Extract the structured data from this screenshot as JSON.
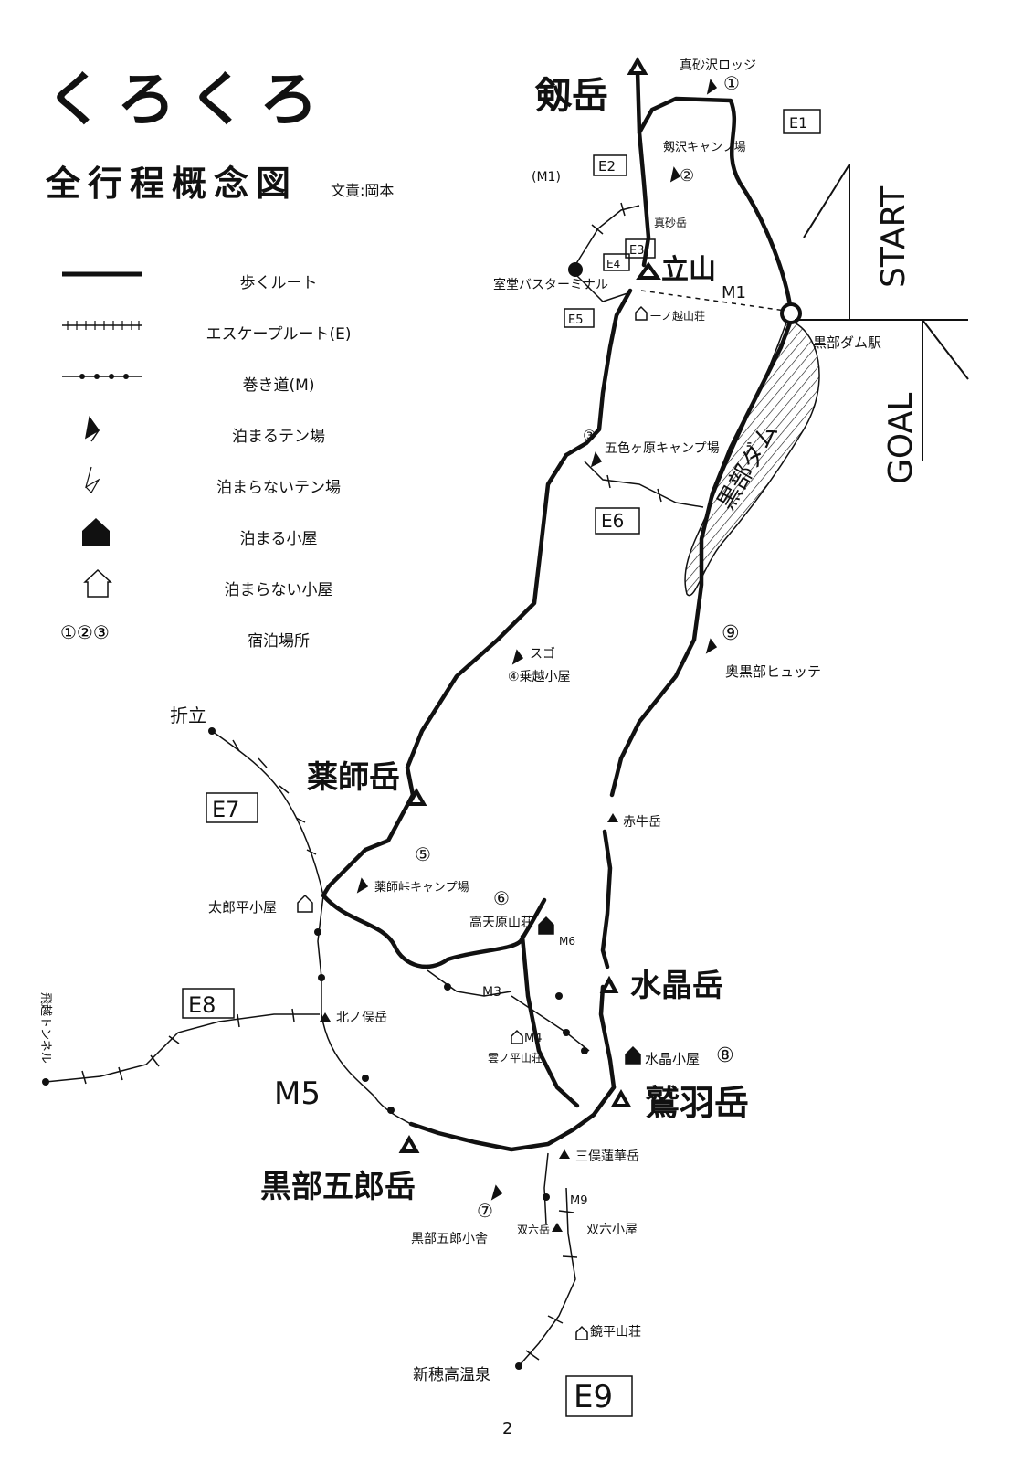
{
  "header": {
    "title": "くろくろ",
    "subtitle": "全行程概念図",
    "author": "文責:岡本"
  },
  "legend": [
    {
      "symbol": "walk-route",
      "label": "歩くルート"
    },
    {
      "symbol": "escape-route",
      "label": "エスケープルート(E)"
    },
    {
      "symbol": "bypass-trail",
      "label": "巻き道(M)"
    },
    {
      "symbol": "tent-stay",
      "label": "泊まるテン場"
    },
    {
      "symbol": "tent-pass",
      "label": "泊まらないテン場"
    },
    {
      "symbol": "hut-stay",
      "label": "泊まる小屋"
    },
    {
      "symbol": "hut-pass",
      "label": "泊まらない小屋"
    },
    {
      "symbol": "numbered-site",
      "label": "宿泊場所",
      "marker": "①②③"
    }
  ],
  "peaks": {
    "tsurugi": "剱岳",
    "tateyama": "立山",
    "yakushi": "薬師岳",
    "suisho": "水晶岳",
    "washiba": "鷲羽岳",
    "kurobe_goro": "黒部五郎岳"
  },
  "places": {
    "masago_lodge": "真砂沢ロッジ",
    "tsurugisawa_camp": "剱沢キャンプ場",
    "masago_dake": "真砂岳",
    "murodo": "室堂バスターミナル",
    "ichinokoshi": "一ノ越山荘",
    "goshikigahara": "五色ヶ原キャンプ場",
    "kurobe_dam_station": "黒部ダム駅",
    "kurobe_dam": "黒部ダム",
    "sugo": "スゴ",
    "sugo_hut": "④乗越小屋",
    "okukurobe": "奥黒部ヒュッテ",
    "orito": "折立",
    "yakushi_camp": "薬師峠キャンプ場",
    "tarodaira": "太郎平小屋",
    "takamagahara": "高天原山荘",
    "akaushi": "赤牛岳",
    "kumonodaira": "雲ノ平山荘",
    "suisho_hut": "水晶小屋",
    "kitamata": "北ノ俣岳",
    "hida_tunnel": "飛越トンネル",
    "kurobe_goro_hut": "黒部五郎小舎",
    "mitsumata": "三俣蓮華岳",
    "sugoroku_dake": "双六岳",
    "sugoroku_hut": "双六小屋",
    "kagami": "鏡平山荘",
    "shinhotaka": "新穂高温泉",
    "start": "START",
    "goal": "GOAL"
  },
  "route_codes": {
    "e1": "E1",
    "e2": "E2",
    "e3": "E3",
    "e4": "E4",
    "e5": "E5",
    "e6": "E6",
    "e7": "E7",
    "e8": "E8",
    "e9": "E9",
    "m1": "M1",
    "m1b": "(M1)",
    "m3": "M3",
    "m4": "M4",
    "m5": "M5",
    "m6": "M6",
    "m9": "M9"
  },
  "stay_numbers": {
    "n1": "①",
    "n2": "②",
    "n3": "③",
    "n4": "④",
    "n5": "⑤",
    "n6": "⑥",
    "n7": "⑦",
    "n8": "⑧",
    "n9": "⑨"
  },
  "page_number": "2"
}
